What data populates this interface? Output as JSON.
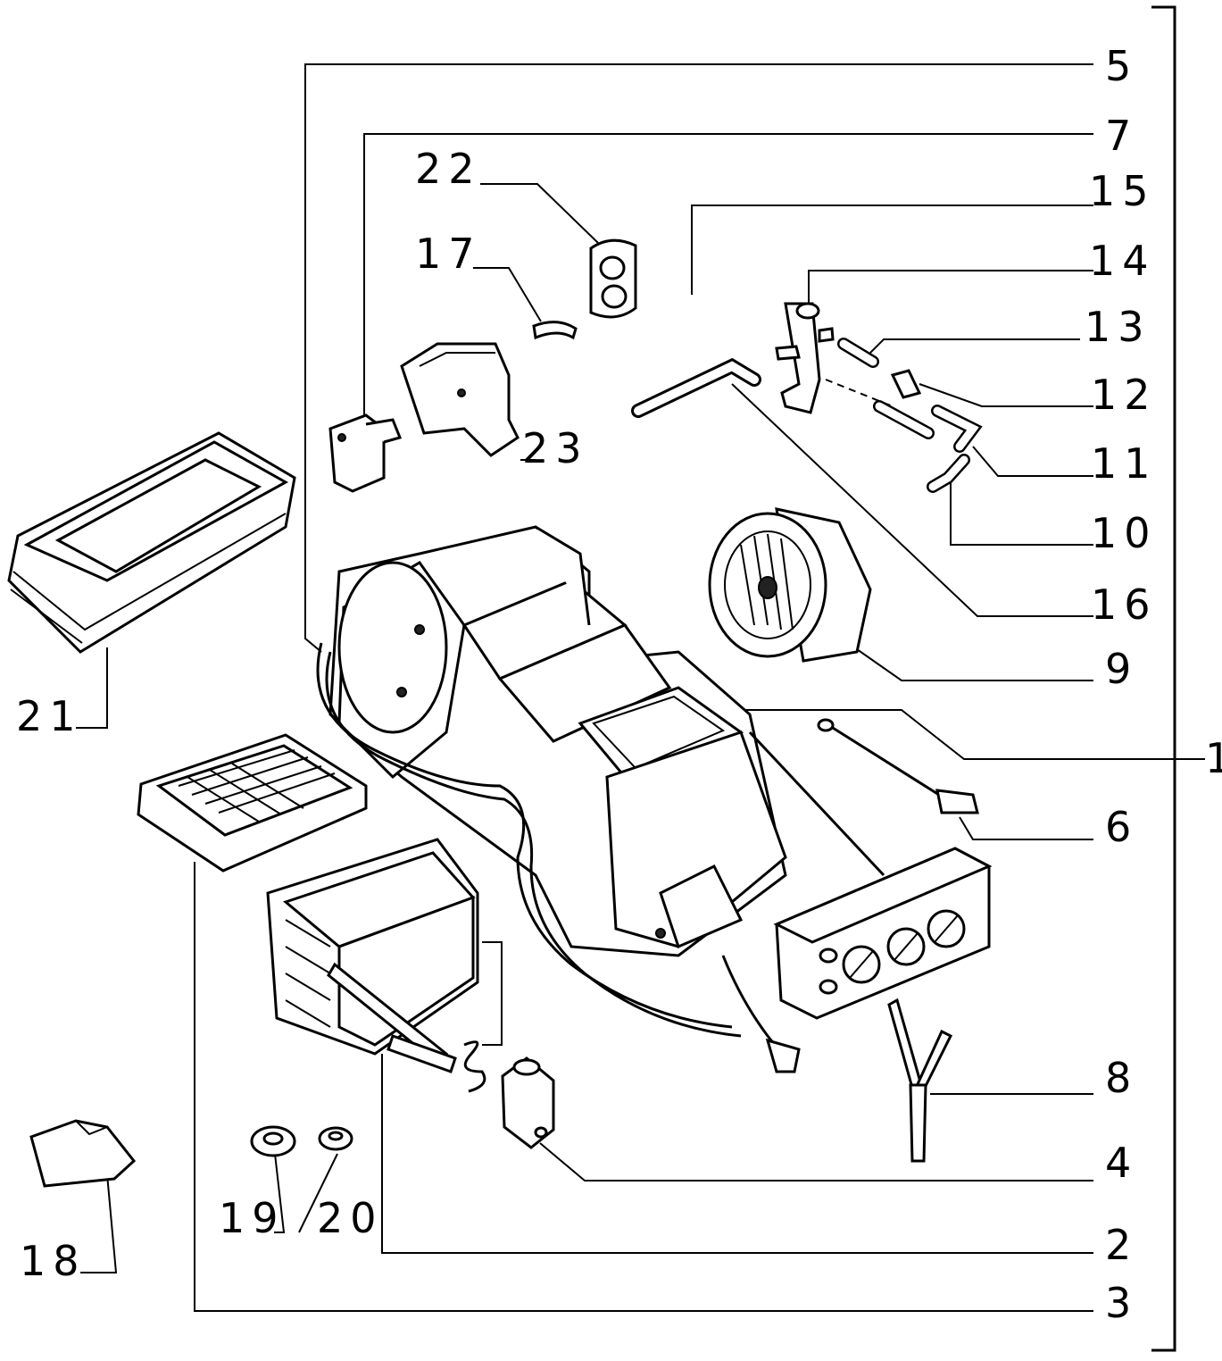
{
  "callouts": {
    "c1": "1",
    "c2": "2",
    "c3": "3",
    "c4": "4",
    "c5": "5",
    "c6": "6",
    "c7": "7",
    "c8": "8",
    "c9": "9",
    "c10": "10",
    "c11": "11",
    "c12": "12",
    "c13": "13",
    "c14": "14",
    "c15": "15",
    "c16": "16",
    "c17": "17",
    "c18": "18",
    "c19": "19",
    "c20": "20",
    "c21": "21",
    "c22": "22",
    "c23": "23"
  }
}
